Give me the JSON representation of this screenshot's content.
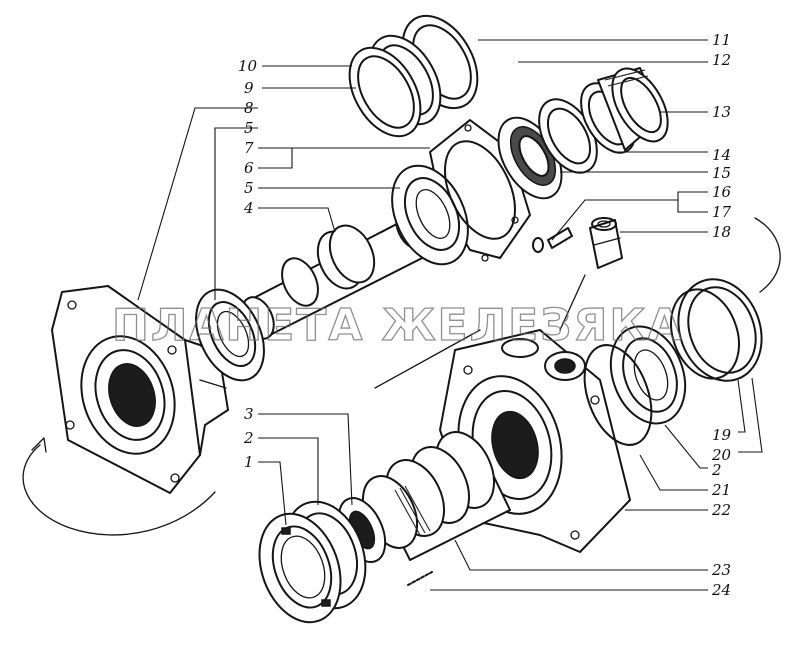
{
  "watermark": "ПЛАНЕТА ЖЕЛЕЗЯКА",
  "callouts": {
    "n1": "1",
    "n2a": "2",
    "n3": "3",
    "n4": "4",
    "n5a": "5",
    "n5b": "5",
    "n6": "6",
    "n7": "7",
    "n8": "8",
    "n9": "9",
    "n10": "10",
    "n11": "11",
    "n12": "12",
    "n13": "13",
    "n14": "14",
    "n15": "15",
    "n16": "16",
    "n17": "17",
    "n18": "18",
    "n19": "19",
    "n20": "20",
    "n2b": "2",
    "n21": "21",
    "n22": "22",
    "n23": "23",
    "n24": "24"
  }
}
